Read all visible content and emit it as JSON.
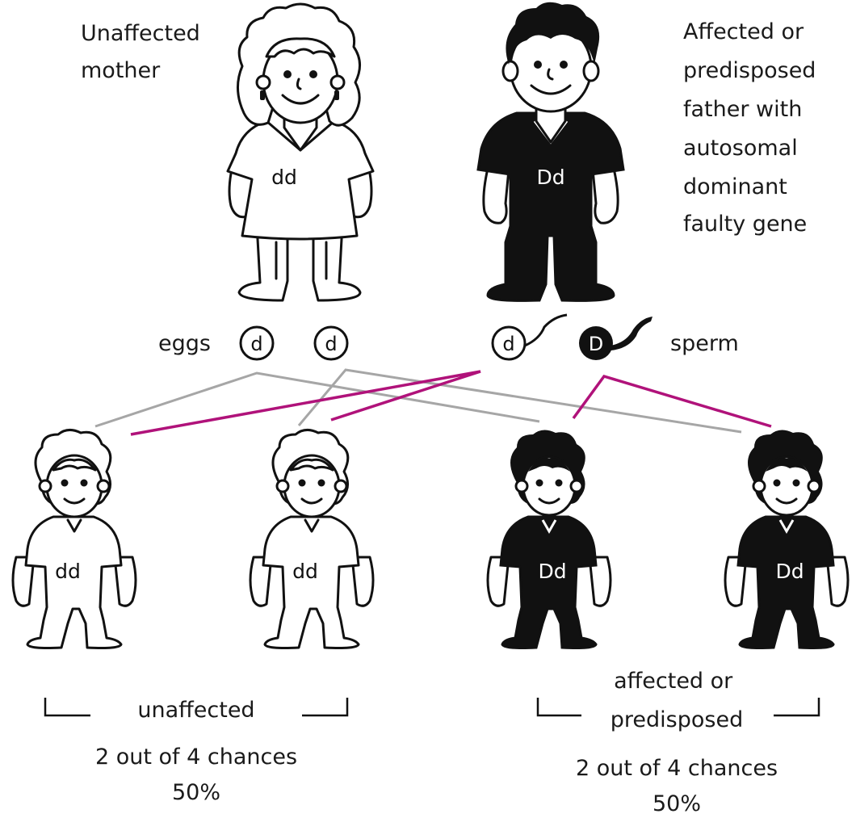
{
  "colors": {
    "affected": "#111111",
    "unaffected": "#ffffff",
    "mother_line": "#a6a6a6",
    "father_line": "#b0127a"
  },
  "parents": {
    "mother": {
      "label_lines": [
        "Unaffected",
        "mother"
      ],
      "genotype": "dd",
      "affected": false
    },
    "father": {
      "label_lines": [
        "Affected or",
        "predisposed",
        "father with",
        "autosomal",
        "dominant",
        "faulty gene"
      ],
      "genotype": "Dd",
      "affected": true
    }
  },
  "gametes": {
    "eggs_label": "eggs",
    "eggs": [
      "d",
      "d"
    ],
    "sperm_label": "sperm",
    "sperm": [
      {
        "allele": "d",
        "affected": false
      },
      {
        "allele": "D",
        "affected": true
      }
    ]
  },
  "children": [
    {
      "genotype": "dd",
      "affected": false
    },
    {
      "genotype": "dd",
      "affected": false
    },
    {
      "genotype": "Dd",
      "affected": true
    },
    {
      "genotype": "Dd",
      "affected": true
    }
  ],
  "outcomes": {
    "unaffected": {
      "label_lines": [
        "unaffected"
      ],
      "chance": "2 out of 4 chances",
      "percent": "50%"
    },
    "affected": {
      "label_lines": [
        "affected or",
        "predisposed"
      ],
      "chance": "2 out of 4 chances",
      "percent": "50%"
    }
  }
}
